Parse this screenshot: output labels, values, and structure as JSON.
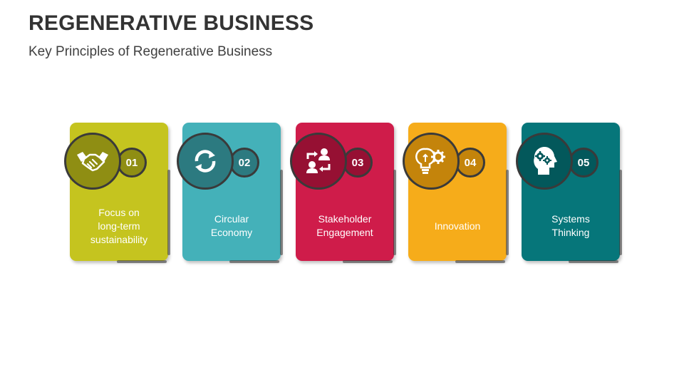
{
  "header": {
    "title": "REGENERATIVE BUSINESS",
    "subtitle": "Key Principles of Regenerative Business"
  },
  "principles": [
    {
      "number": "01",
      "label": "Focus on\nlong-term\nsustainability",
      "icon": "handshake-icon",
      "color": "#c5c41f",
      "dark": "#8f8e13"
    },
    {
      "number": "02",
      "label": "Circular\nEconomy",
      "icon": "refresh-cycle-icon",
      "color": "#44b1b9",
      "dark": "#2c7a80"
    },
    {
      "number": "03",
      "label": "Stakeholder\nEngagement",
      "icon": "people-exchange-icon",
      "color": "#cf1c4a",
      "dark": "#961033"
    },
    {
      "number": "04",
      "label": "Innovation",
      "icon": "lightbulb-gear-icon",
      "color": "#f6ac1a",
      "dark": "#c4840b"
    },
    {
      "number": "05",
      "label": "Systems\nThinking",
      "icon": "head-gears-icon",
      "color": "#06767a",
      "dark": "#03585b"
    }
  ]
}
